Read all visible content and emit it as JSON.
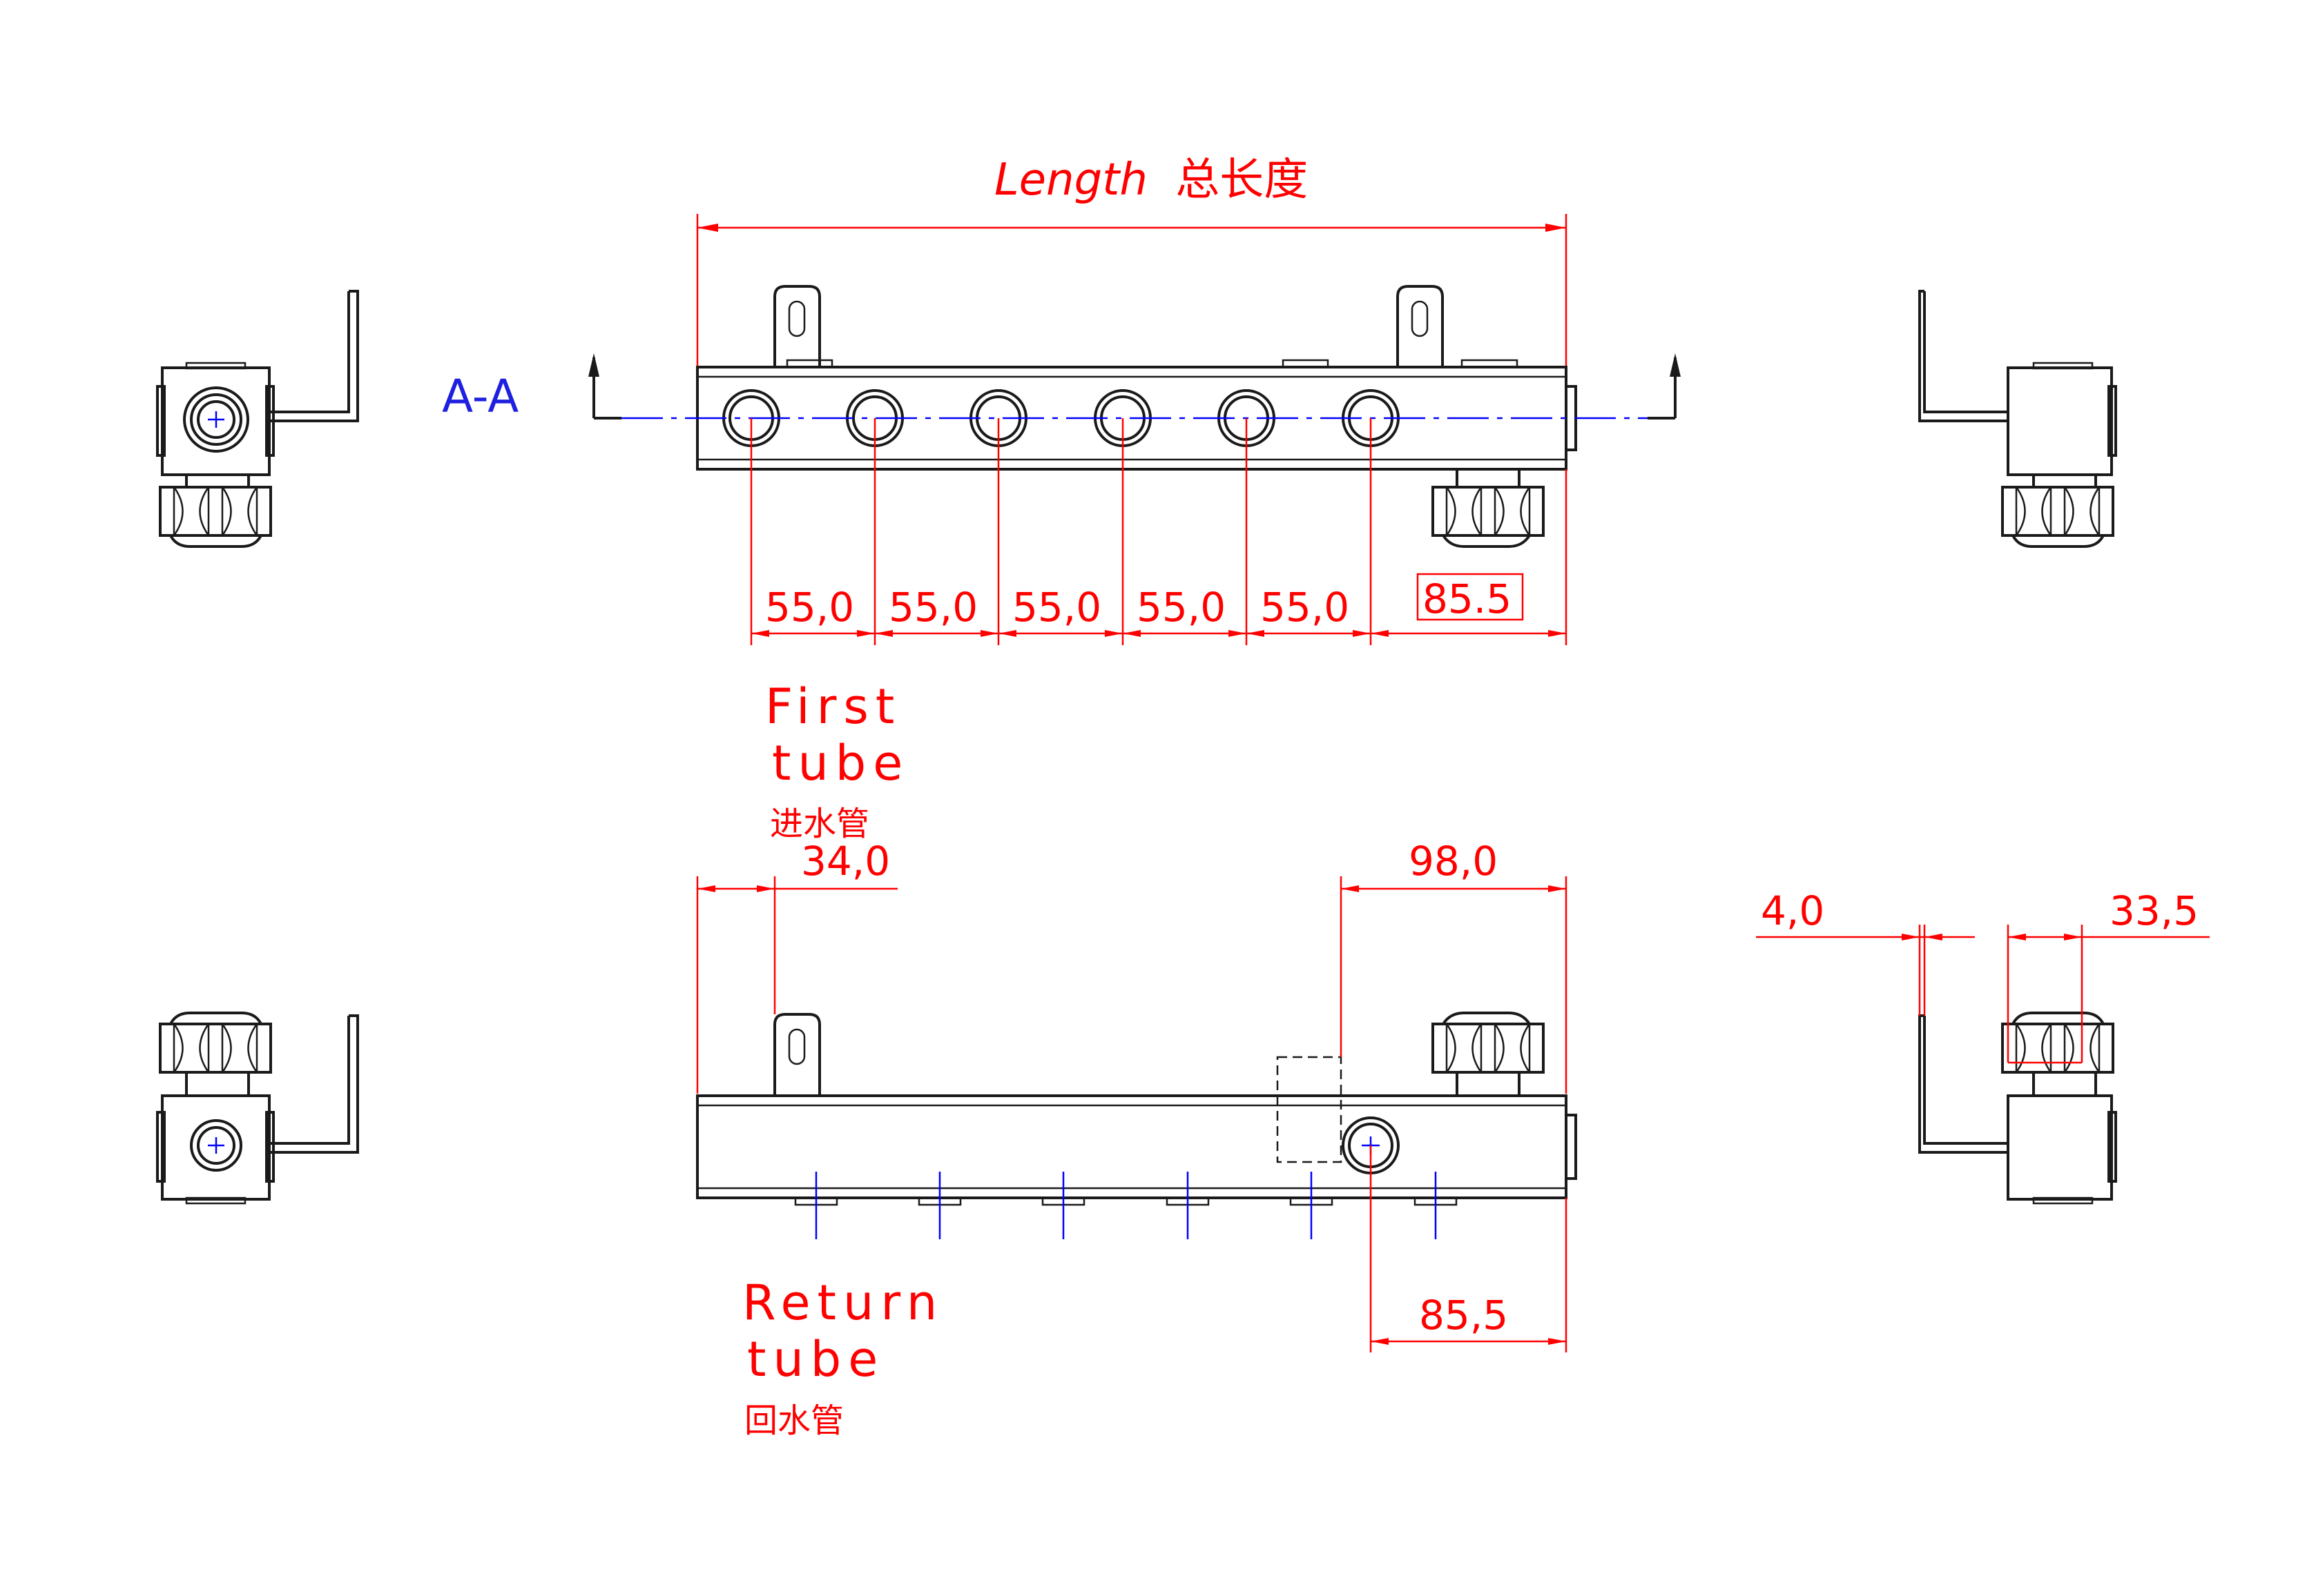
{
  "section": {
    "label": "A-A"
  },
  "overall": {
    "label_latin": "Length",
    "label_cn": "总长度"
  },
  "top_view": {
    "pitch_dims": [
      "55,0",
      "55,0",
      "55,0",
      "55,0",
      "55,0"
    ],
    "end_dim": "85.5"
  },
  "first_tube": {
    "line1": "First",
    "line2": "tube",
    "cn": "进水管"
  },
  "bottom_view": {
    "left_dim": "34,0",
    "right_dim": "98,0",
    "end_dim": "85,5"
  },
  "return_tube": {
    "line1": "Return",
    "line2": "tube",
    "cn": "回水管"
  },
  "side_view": {
    "dim_a": "4,0",
    "dim_b": "33,5"
  },
  "colors": {
    "dimension": "#ff0000",
    "centerline": "#0000ff",
    "outline": "#1a1a1a"
  }
}
